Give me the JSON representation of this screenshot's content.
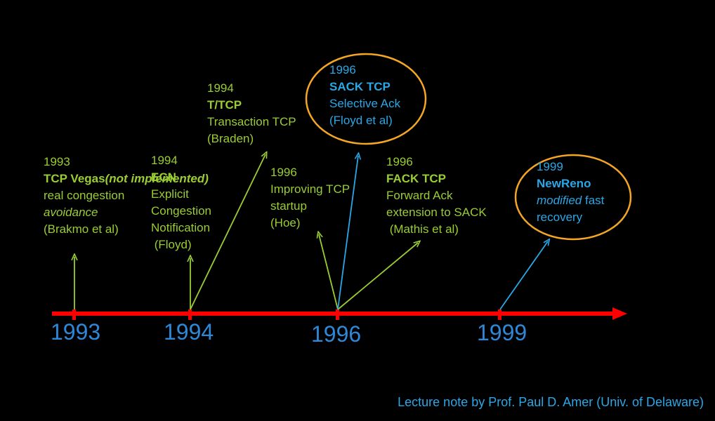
{
  "axis": {
    "labels": [
      "1993",
      "1994",
      "1996",
      "1999"
    ]
  },
  "events": {
    "vegas": {
      "year": "1993",
      "name": "TCP Vegas",
      "name_suffix": "(not implemented)",
      "line1": "real congestion",
      "line2": "avoidance",
      "line3": "(Brakmo et al)"
    },
    "ecn": {
      "year": "1994",
      "name": "ECN",
      "line1": "Explicit",
      "line2": "Congestion",
      "line3": "Notification",
      "line4": " (Floyd)"
    },
    "ttcp": {
      "year": "1994",
      "name": "T/TCP",
      "line1": "Transaction TCP",
      "line2": "(Braden)"
    },
    "sack": {
      "year": "1996",
      "name": "SACK TCP",
      "line1": "Selective Ack",
      "line2": "(Floyd et al)"
    },
    "startup": {
      "year": "1996",
      "line1": "Improving TCP",
      "line2": "startup",
      "line3": "(Hoe)"
    },
    "fack": {
      "year": "1996",
      "name": "FACK TCP",
      "line1": "Forward Ack",
      "line2": "extension to SACK",
      "line3": " (Mathis et al)"
    },
    "newreno": {
      "year": "1999",
      "name": "NewReno",
      "line1_em": "modified",
      "line1_rest": " fast",
      "line2": "recovery"
    }
  },
  "credit": "Lecture note by Prof. Paul D. Amer (Univ. of Delaware)",
  "colors": {
    "background": "#000000",
    "axis": "#ff0000",
    "green": "#9acd32",
    "blue": "#2aa7e6",
    "axis_label": "#2e88d8",
    "highlight_circle": "#f5a623"
  }
}
